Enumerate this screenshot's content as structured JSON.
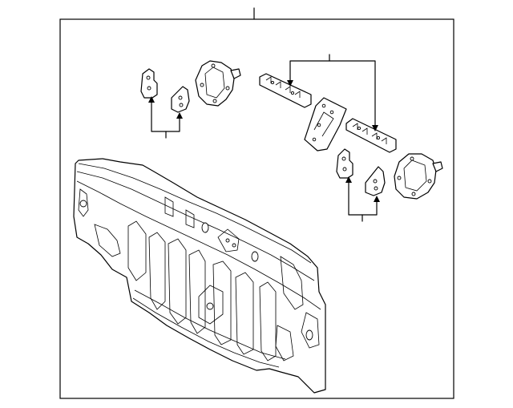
{
  "diagram": {
    "background": "#ffffff",
    "line_color": "#000000",
    "frame_border_color": "#000000",
    "parts": [
      {
        "name": "rear-body-panel-assembly"
      },
      {
        "name": "left-bracket-pair"
      },
      {
        "name": "left-gusset-plate"
      },
      {
        "name": "center-reinforcement-rails"
      },
      {
        "name": "center-brace-plate"
      },
      {
        "name": "right-bracket-pair"
      },
      {
        "name": "right-gusset-plate"
      }
    ]
  }
}
